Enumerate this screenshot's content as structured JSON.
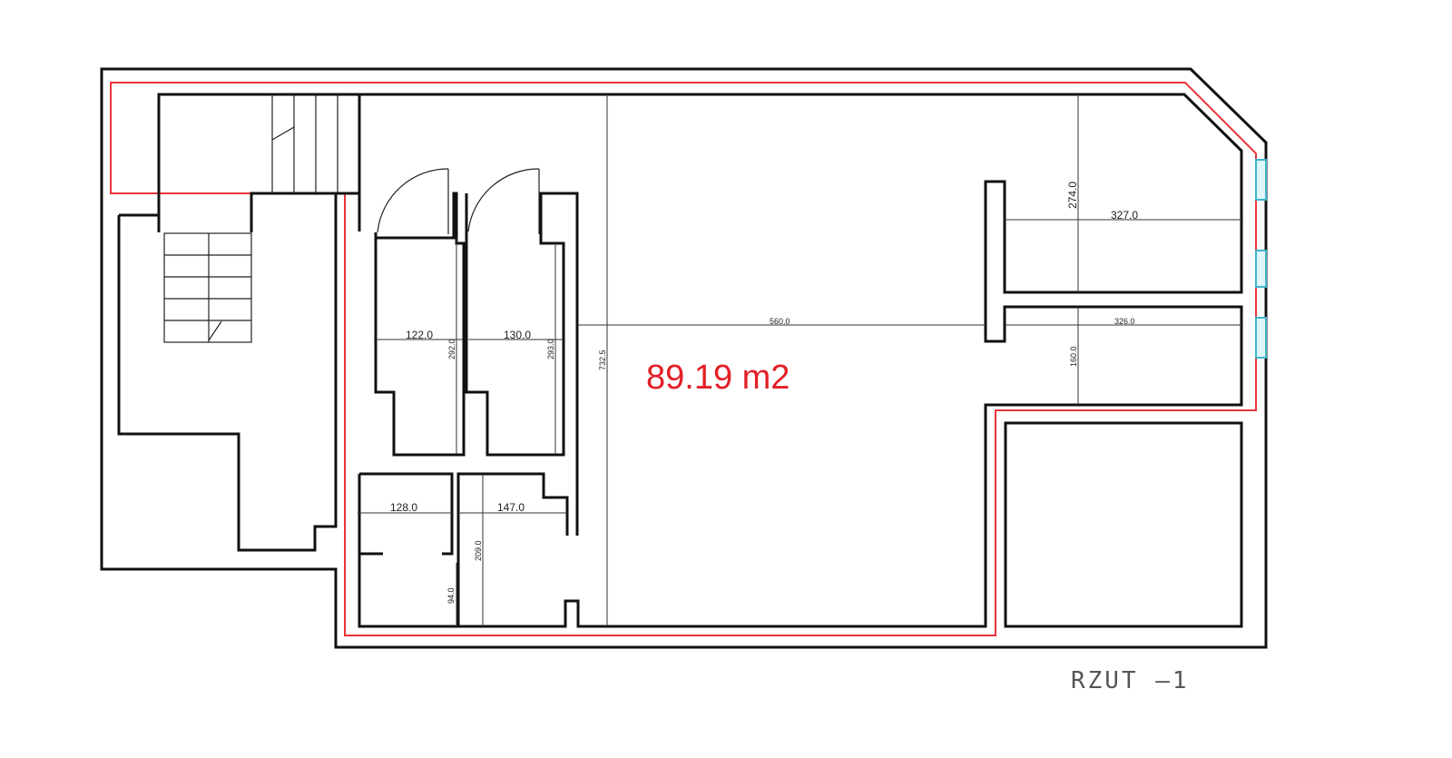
{
  "plan": {
    "area": "89.19 m2",
    "title": "RZUT  –1"
  },
  "dimensions": {
    "closet_a_width": "122.0",
    "closet_a_height": "292.0",
    "closet_b_width": "130.0",
    "closet_b_height": "293.0",
    "room_width": "560.0",
    "room_height": "732.5",
    "room_ne_width": "327.0",
    "room_ne_height": "274.0",
    "room_e_width": "326.0",
    "room_e_height": "160.0",
    "bath_a_width": "128.0",
    "bath_b_width": "147.0",
    "bath_b_height": "209.0",
    "bath_a_height": "94.0"
  }
}
